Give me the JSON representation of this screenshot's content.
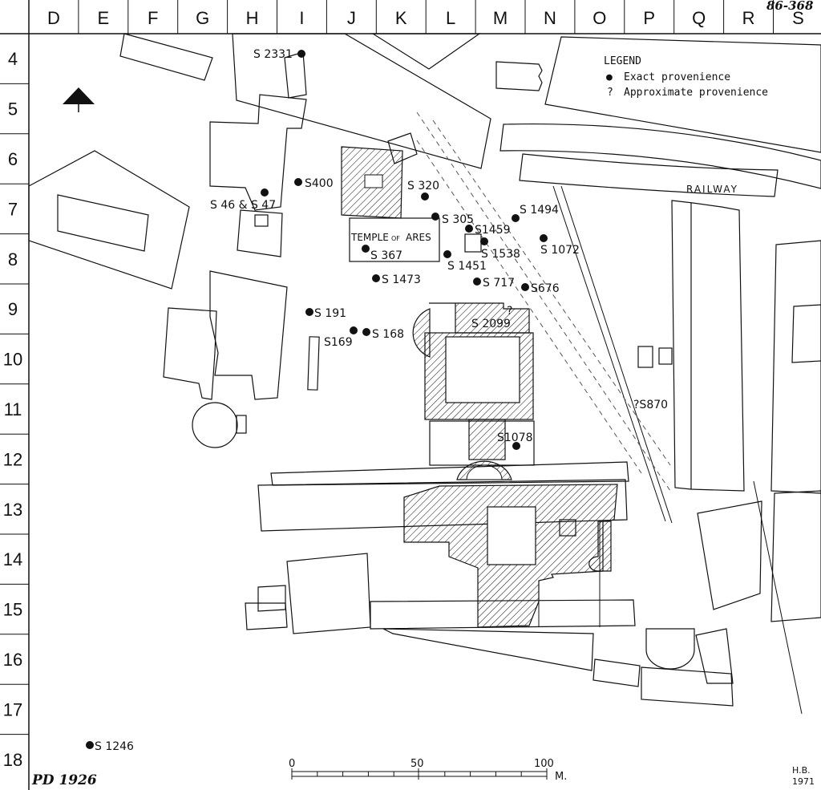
{
  "grid": {
    "columns": [
      "D",
      "E",
      "F",
      "G",
      "H",
      "I",
      "J",
      "K",
      "L",
      "M",
      "N",
      "O",
      "P",
      "Q",
      "R",
      "S"
    ],
    "rows": [
      "4",
      "5",
      "6",
      "7",
      "8",
      "9",
      "10",
      "11",
      "12",
      "13",
      "14",
      "15",
      "16",
      "17",
      "18"
    ]
  },
  "corner_note": "86-368",
  "legend": {
    "title": "LEGEND",
    "exact": "Exact provenience",
    "exact_symbol": "●",
    "approx": "Approximate provenience",
    "approx_symbol": "?"
  },
  "labels": {
    "railway": "RAILWAY",
    "temple_main": "TEMPLE",
    "temple_of": "OF",
    "temple_ares": "ARES"
  },
  "finds": [
    {
      "label": "S 2331"
    },
    {
      "label": "S400"
    },
    {
      "label": "S 46 & S 47"
    },
    {
      "label": "S 320"
    },
    {
      "label": "S 305"
    },
    {
      "label": "S 1494"
    },
    {
      "label": "S1459"
    },
    {
      "label": "S 1072"
    },
    {
      "label": "S 1538"
    },
    {
      "label": "S 367"
    },
    {
      "label": "S 1451"
    },
    {
      "label": "S 1473"
    },
    {
      "label": "S 717"
    },
    {
      "label": "S676"
    },
    {
      "label": "S 191"
    },
    {
      "label": "S 2099"
    },
    {
      "label": "S169"
    },
    {
      "label": "S 168"
    },
    {
      "label": "?S870"
    },
    {
      "label": "S1078"
    },
    {
      "label": "S 1246"
    }
  ],
  "scale": {
    "ticks": [
      "0",
      "50",
      "100"
    ],
    "unit": "M."
  },
  "signature": {
    "initials": "H.B.",
    "year": "1971"
  },
  "catalog_mark": "PD 1926",
  "colors": {
    "ink": "#111111",
    "paper": "#ffffff"
  }
}
